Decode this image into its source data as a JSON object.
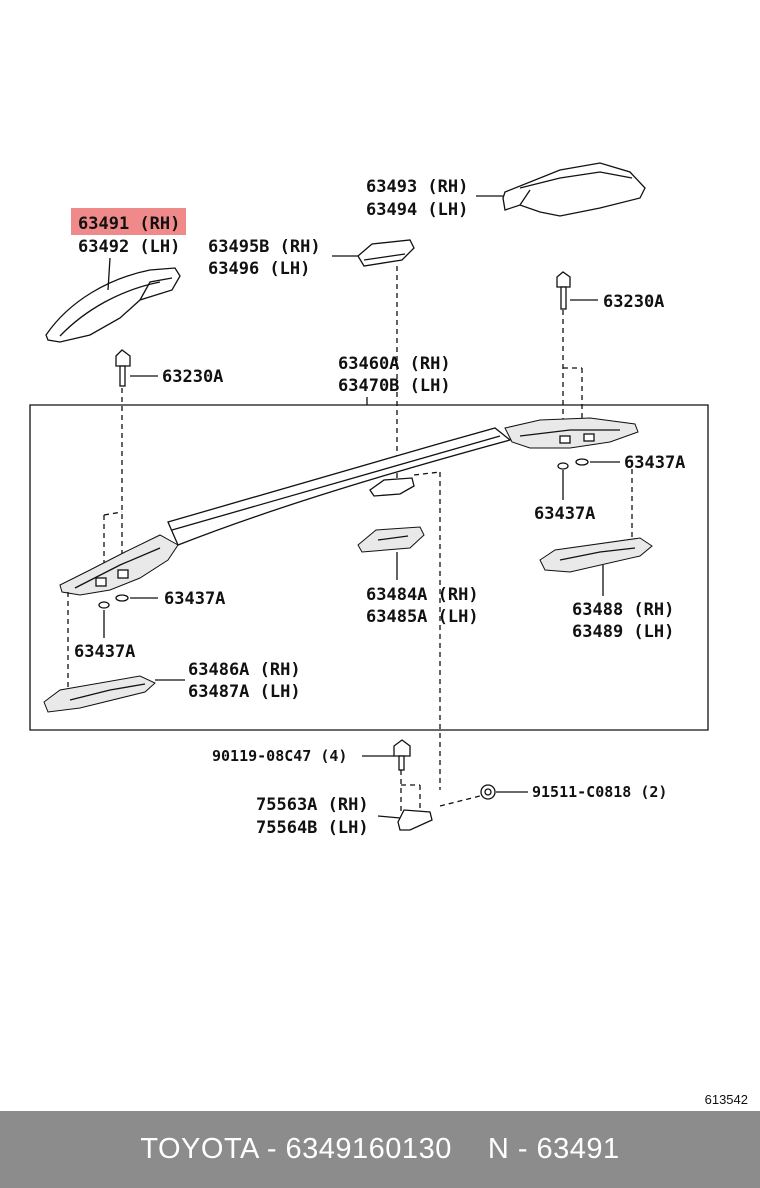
{
  "labels": {
    "p63491": "63491 (RH)",
    "p63492": "63492 (LH)",
    "p63493": "63493 (RH)",
    "p63494": "63494 (LH)",
    "p63495b": "63495B (RH)",
    "p63496": "63496 (LH)",
    "p63230a_right": "63230A",
    "p63230a_left": "63230A",
    "p63460a": "63460A (RH)",
    "p63470b": "63470B (LH)",
    "p63437a_r1": "63437A",
    "p63437a_r2": "63437A",
    "p63437a_l1": "63437A",
    "p63437a_l2": "63437A",
    "p63484a": "63484A (RH)",
    "p63485a": "63485A (LH)",
    "p63488": "63488 (RH)",
    "p63489": "63489 (LH)",
    "p63486a": "63486A (RH)",
    "p63487a": "63487A (LH)",
    "p90119": "90119-08C47 (4)",
    "p91511": "91511-C0818 (2)",
    "p75563a": "75563A (RH)",
    "p75564b": "75564B (LH)"
  },
  "highlight_color": "#f08a8a",
  "diagram_id": "613542",
  "footer": {
    "brand_part": "TOYOTA - 6349160130",
    "ref": "N - 63491"
  }
}
